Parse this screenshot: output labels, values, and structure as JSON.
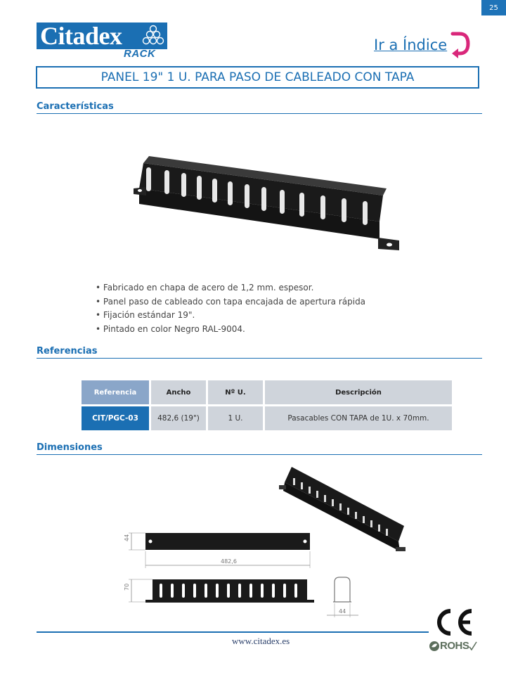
{
  "page": {
    "number": "25"
  },
  "brand": {
    "name": "Citadex",
    "subbrand": "RACK",
    "website": "www.citadex.es"
  },
  "nav": {
    "index_link": "Ir a Índice"
  },
  "title": "PANEL 19\" 1 U. PARA PASO DE CABLEADO CON TAPA",
  "sections": {
    "features": "Características",
    "references": "Referencias",
    "dimensions": "Dimensiones"
  },
  "features": [
    "Fabricado en chapa de acero de 1,2 mm. espesor.",
    "Panel paso de cableado con tapa encajada de apertura rápida",
    "Fijación estándar 19\".",
    "Pintado en color Negro RAL-9004."
  ],
  "table": {
    "headers": [
      "Referencia",
      "Ancho",
      "Nº U.",
      "Descripción"
    ],
    "rows": [
      [
        "CIT/PGC-03",
        "482,6 (19\")",
        "1 U.",
        "Pasacables CON TAPA de 1U. x 70mm."
      ]
    ]
  },
  "dimensions": {
    "height": "44",
    "width": "482,6",
    "depth": "70",
    "side": "44"
  },
  "certifications": {
    "ce": "CE",
    "rohs": "ROHS"
  },
  "colors": {
    "brand_blue": "#1b6fb3",
    "index_arrow": "#d9277a"
  }
}
